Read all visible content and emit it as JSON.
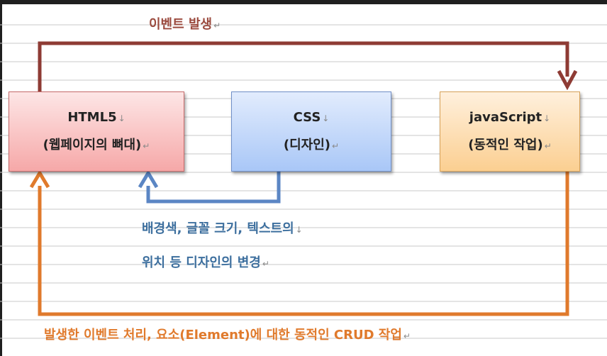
{
  "colors": {
    "event_arrow": "#8e3b34",
    "css_arrow": "#5b86c4",
    "bottom_arrow": "#e07a2c",
    "event_text": "#9b4a3e",
    "css_text": "#3d6f9e",
    "bottom_text": "#e07a2c",
    "ruled_line": "#c9c9c9"
  },
  "nodes": {
    "html": {
      "title": "HTML5",
      "subtitle": "(웹페이지의 뼈대)"
    },
    "css": {
      "title": "CSS",
      "subtitle": "(디자인)"
    },
    "js": {
      "title": "javaScript",
      "subtitle": "(동적인 작업)"
    }
  },
  "edges": {
    "event": {
      "label": "이벤트 발생"
    },
    "css_to_html": {
      "label_line1": "배경색, 글꼴 크기, 텍스트의",
      "label_line2": "위치 등 디자인의 변경"
    },
    "js_to_html": {
      "label": "발생한 이벤트 처리, 요소(Element)에 대한 동적인 CRUD 작업"
    }
  },
  "marks": {
    "newline": "↓",
    "enter": "↵"
  }
}
